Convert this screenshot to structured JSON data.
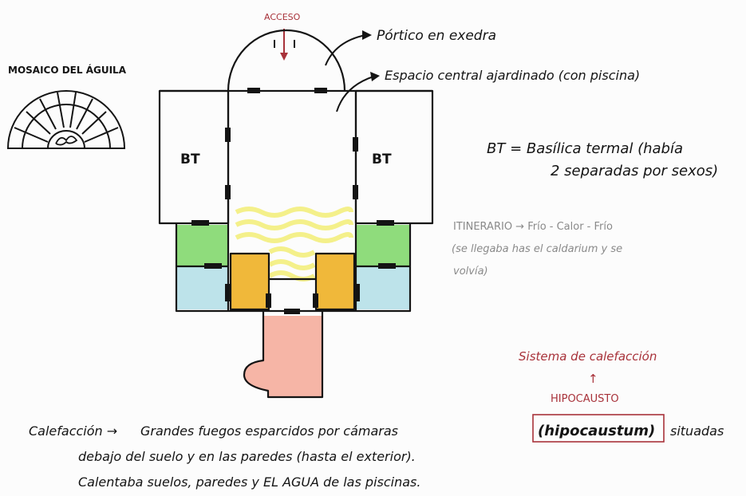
{
  "labels": {
    "mosaic_title": "MOSAICO DEL ÁGUILA",
    "access": "ACCESO",
    "portico": "Pórtico en exedra",
    "central_space": "Espacio central ajardinado (con piscina)",
    "bt_left": "BT",
    "bt_right": "BT",
    "bt_legend_line1": "BT = Basílica termal (había",
    "bt_legend_line2": "2 separadas por sexos)",
    "itinerary_line1": "ITINERARIO → Frío - Calor - Frío",
    "itinerary_line2": "(se llegaba has el caldarium y se",
    "itinerary_line3": "volvía)",
    "heating_system": "Sistema de calefacción",
    "up_arrow": "↑",
    "hypocaust": "HIPOCAUSTO",
    "heating_note_prefix": "Calefacción →",
    "heating_note_line1_a": "Grandes fuegos esparcidos por cámaras",
    "heating_note_boxed": "(hipocaustum)",
    "heating_note_line1_b": "situadas",
    "heating_note_line2": "debajo del suelo y en las paredes (hasta el exterior).",
    "heating_note_line3": "Calentaba suelos, paredes y EL AGUA de las piscinas."
  },
  "colors": {
    "frigidarium": "#bde3ea",
    "tepidarium": "#8fdc7c",
    "caldarium": "#f0b83a",
    "pool": "#f4f08a",
    "furnace": "#f6b5a6",
    "red_text": "#a8323a",
    "grey_text": "#8a8a8a",
    "ink": "#141414"
  }
}
